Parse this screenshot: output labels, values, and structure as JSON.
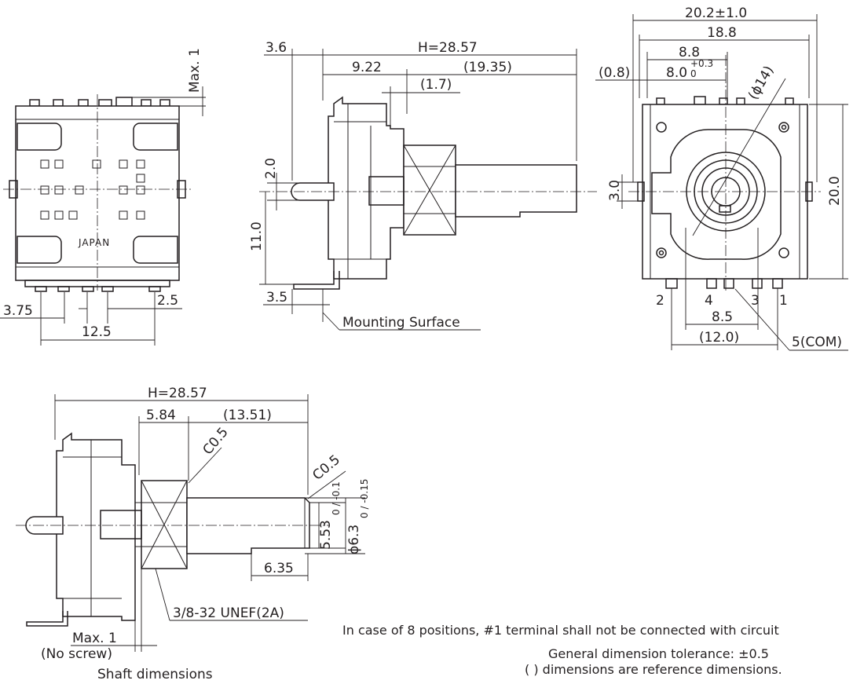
{
  "front_view": {
    "label_maxt": "Max. 1",
    "dim_3_75": "3.75",
    "dim_2_5": "2.5",
    "dim_12_5": "12.5",
    "body_marking": "JAPAN"
  },
  "side_view": {
    "dim_3_6": "3.6",
    "dim_h": "H=28.57",
    "dim_9_22": "9.22",
    "dim_19_35": "(19.35)",
    "dim_1_7": "(1.7)",
    "dim_2_0": "2.0",
    "dim_11_0": "11.0",
    "dim_3_5": "3.5",
    "mounting_surface": "Mounting Surface"
  },
  "rear_view": {
    "dim_20_2": "20.2±1.0",
    "dim_18_8": "18.8",
    "dim_8_8": "8.8",
    "dim_0_8": "(0.8)",
    "dim_8_0": "8.0",
    "dim_8_0_tol_upper": "+0.3",
    "dim_8_0_tol_lower": "0",
    "dim_phi14": "(ϕ14)",
    "dim_3_0": "3.0",
    "dim_20_0": "20.0",
    "terminals": [
      "2",
      "4",
      "3",
      "1"
    ],
    "dim_8_5": "8.5",
    "dim_12_0": "(12.0)",
    "com_label": "5(COM)"
  },
  "shaft_view": {
    "dim_h": "H=28.57",
    "dim_5_84": "5.84",
    "dim_13_51": "(13.51)",
    "chamfer_1": "C0.5",
    "chamfer_2": "C0.5",
    "dim_5_53": "5.53",
    "dim_5_53_tol": "0 / -0.1",
    "dim_6_3": "ϕ6.3",
    "dim_6_3_tol": "0 / -0.15",
    "dim_6_35": "6.35",
    "thread": "3/8-32 UNEF(2A)",
    "max1": "Max. 1",
    "no_screw": "(No screw)",
    "caption": "Shaft dimensions"
  },
  "notes": {
    "note1": "In case of 8 positions, #1 terminal shall not be connected with circuit",
    "note2": "General dimension tolerance: ±0.5",
    "note3": "( ) dimensions are reference dimensions."
  }
}
